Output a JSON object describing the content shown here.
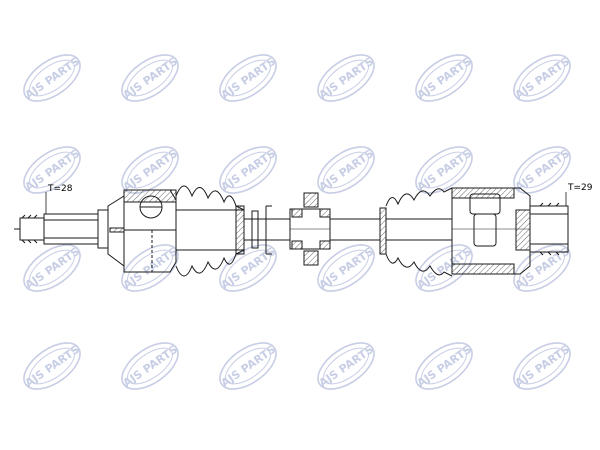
{
  "watermark": {
    "text": "AJS PARTS",
    "color": "#9aa6cf"
  },
  "labels": {
    "left_teeth": "T=28",
    "right_teeth": "T=29"
  },
  "colors": {
    "line": "#1a1a1a",
    "hatch": "#3a3a3a",
    "background": "#ffffff"
  }
}
